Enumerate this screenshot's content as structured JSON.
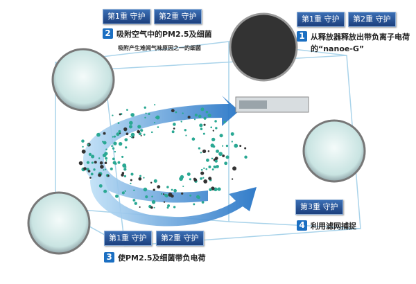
{
  "colors": {
    "badge": "#1c3f7d",
    "number": "#1b6fc2",
    "arrow": "#2a7fd0",
    "particle": "#2aa893"
  },
  "steps": [
    {
      "num": "1",
      "badges": [
        "第1重 守护",
        "第2重 守护"
      ],
      "text": "从释放器释放出带负离子电荷的“nanoe-G”"
    },
    {
      "num": "2",
      "badges": [
        "第1重 守护",
        "第2重 守护"
      ],
      "text": "吸附空气中的PM2.5及细菌",
      "subtext": "吸附产生难闻气味原因之一的细菌"
    },
    {
      "num": "3",
      "badges": [
        "第1重 守护",
        "第2重 守护"
      ],
      "text": "使PM2.5及细菌带负电荷"
    },
    {
      "num": "4",
      "badges": [
        "第3重 守护"
      ],
      "text": "利用滤网捕捉"
    }
  ]
}
